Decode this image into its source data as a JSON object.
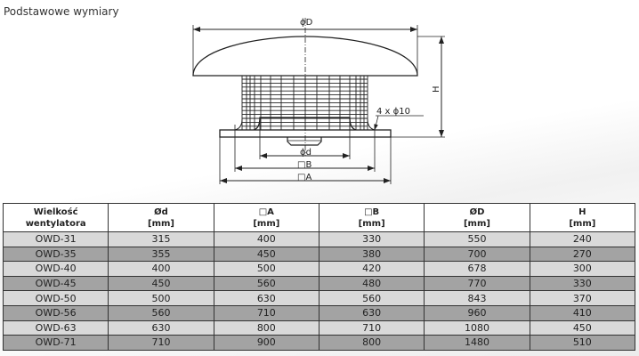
{
  "title": "Podstawowe wymiary",
  "drawing_labels": {
    "diameter_D": "ϕD",
    "height_H": "H",
    "holes": "4 x ϕ10",
    "diameter_d": "ϕd",
    "square_B": "□B",
    "square_A": "□A"
  },
  "table": {
    "headers": [
      {
        "line1": "Wielkość",
        "line2": "wentylatora"
      },
      {
        "line1": "Ød",
        "line2": "[mm]"
      },
      {
        "line1": "□A",
        "line2": "[mm]"
      },
      {
        "line1": "□B",
        "line2": "[mm]"
      },
      {
        "line1": "ØD",
        "line2": "[mm]"
      },
      {
        "line1": "H",
        "line2": "[mm]"
      }
    ],
    "rows": [
      [
        "OWD-31",
        "315",
        "400",
        "330",
        "550",
        "240"
      ],
      [
        "OWD-35",
        "355",
        "450",
        "380",
        "700",
        "270"
      ],
      [
        "OWD-40",
        "400",
        "500",
        "420",
        "678",
        "300"
      ],
      [
        "OWD-45",
        "450",
        "560",
        "480",
        "770",
        "330"
      ],
      [
        "OWD-50",
        "500",
        "630",
        "560",
        "843",
        "370"
      ],
      [
        "OWD-56",
        "560",
        "710",
        "630",
        "960",
        "410"
      ],
      [
        "OWD-63",
        "630",
        "800",
        "710",
        "1080",
        "450"
      ],
      [
        "OWD-71",
        "710",
        "900",
        "800",
        "1480",
        "510"
      ]
    ]
  }
}
